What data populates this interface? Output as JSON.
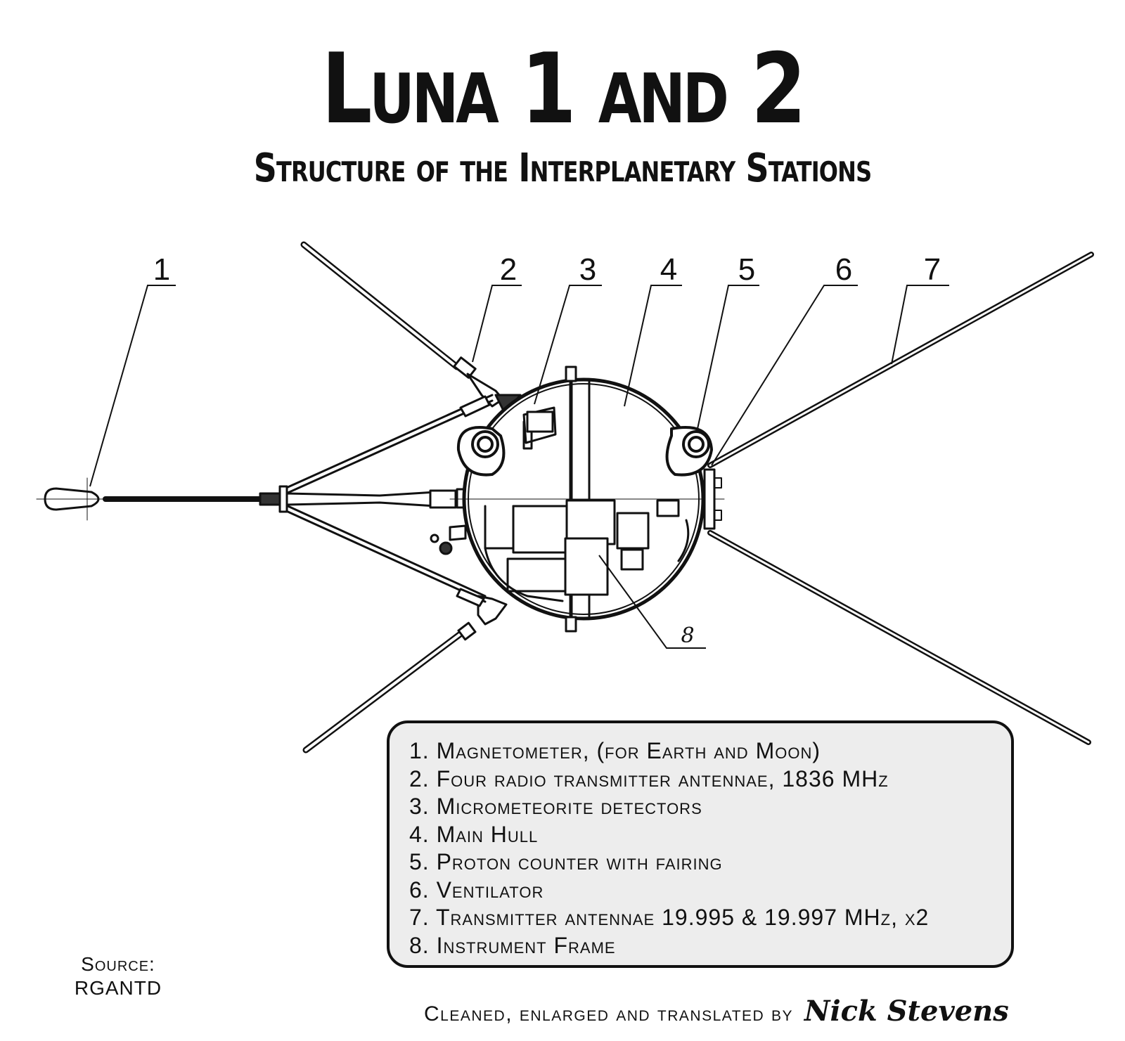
{
  "header": {
    "title": "Luna 1 and 2",
    "subtitle": "Structure of the Interplanetary Stations"
  },
  "callouts": [
    "1",
    "2",
    "3",
    "4",
    "5",
    "6",
    "7",
    "8"
  ],
  "legend": [
    "1. Magnetometer, (for Earth and Moon)",
    "2. Four radio transmitter antennae, 1836 MHz",
    "3. Micrometeorite detectors",
    "4. Main Hull",
    "5. Proton counter with fairing",
    "6. Ventilator",
    "7. Transmitter antennae 19.995 & 19.997 MHz, x2",
    "8. Instrument Frame"
  ],
  "source": {
    "label": "Source:",
    "value": "RGANTD"
  },
  "credit": {
    "text": "Cleaned, enlarged and translated by",
    "signature": "Nick Stevens"
  }
}
